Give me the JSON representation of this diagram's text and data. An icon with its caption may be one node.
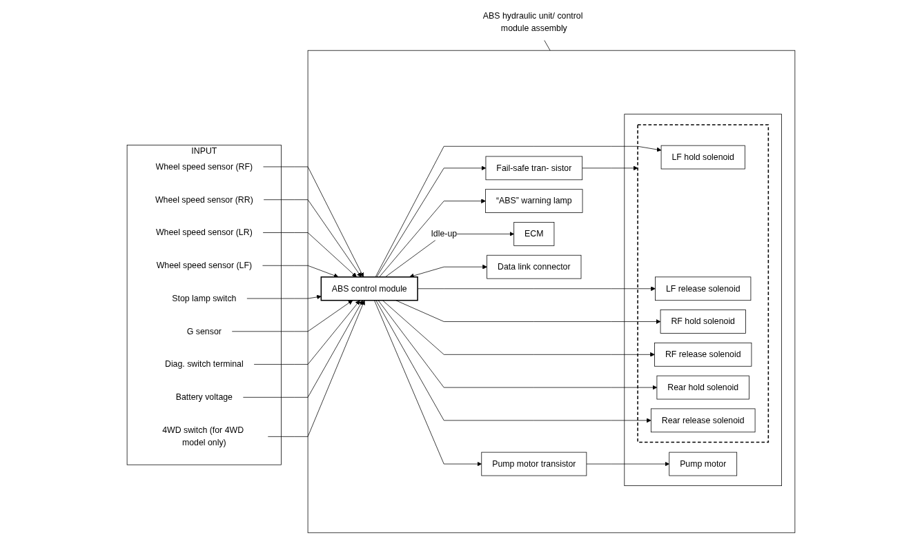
{
  "diagram": {
    "nodes": [
      {
        "text": [
          "INPUT"
        ]
      },
      {
        "text": [
          "Wheel speed sensor (RF)"
        ],
        "in": 0
      },
      {
        "text": [
          "Wheel speed sensor (RR)"
        ],
        "in": 0
      },
      {
        "text": [
          "Wheel speed sensor (LR)"
        ],
        "in": 0
      },
      {
        "text": [
          "Wheel speed sensor (LF)"
        ],
        "in": 0
      },
      {
        "text": [
          "Stop lamp switch"
        ],
        "in": 0
      },
      {
        "text": [
          "G sensor"
        ],
        "in": 0
      },
      {
        "text": [
          "Diag. switch terminal"
        ],
        "in": 0
      },
      {
        "text": [
          "Battery voltage"
        ],
        "in": 0
      },
      {
        "text": [
          "4WD switch (for 4WD model only)"
        ],
        "in": 0
      },
      {
        "text": [
          "ABS hydraulic unit/ control module assembly"
        ]
      },
      {
        "text": [],
        "shape": "box"
      },
      {
        "text": [
          "ABS control module"
        ],
        "in": 11
      },
      {
        "text": [
          "Pump motor transistor"
        ],
        "in": 11
      },
      {
        "text": [
          "Fail-safe tran- sistor"
        ],
        "in": 11
      },
      {
        "text": [],
        "shape": "box",
        "in": 11
      },
      {
        "text": [
          "Pump motor"
        ],
        "in": 15
      },
      {
        "text": [],
        "shape": "box",
        "in": 15
      },
      {
        "text": [
          "LF hold solenoid"
        ],
        "in": 17
      },
      {
        "text": [
          "LF release solenoid"
        ],
        "in": 17
      },
      {
        "text": [
          "RF hold solenoid"
        ],
        "in": 17
      },
      {
        "text": [
          "RF release solenoid"
        ],
        "in": 17
      },
      {
        "text": [
          "Rear hold solenoid"
        ],
        "in": 17
      },
      {
        "text": [
          "Rear release solenoid"
        ],
        "in": 17
      },
      {
        "text": [
          "“ABS” warning lamp"
        ],
        "in": 11
      },
      {
        "text": [
          "ECM"
        ],
        "in": 11
      },
      {
        "text": [
          "Data link connector"
        ],
        "in": 11
      }
    ],
    "edges": [
      {
        "from": 1,
        "to": 12,
        "arrow": "to"
      },
      {
        "from": 2,
        "to": 12,
        "arrow": "to"
      },
      {
        "from": 3,
        "to": 12,
        "arrow": "to"
      },
      {
        "from": 4,
        "to": 12,
        "arrow": "to"
      },
      {
        "from": 5,
        "to": 12,
        "arrow": "to"
      },
      {
        "from": 6,
        "to": 12,
        "arrow": "to"
      },
      {
        "from": 7,
        "to": 12,
        "arrow": "to"
      },
      {
        "from": 8,
        "to": 12,
        "arrow": "to"
      },
      {
        "from": 9,
        "to": 12,
        "arrow": "to"
      },
      {
        "from": 10,
        "to": 11,
        "arrow": "none"
      },
      {
        "from": 12,
        "to": 13,
        "arrow": "to"
      },
      {
        "from": 13,
        "to": 16,
        "arrow": "to"
      },
      {
        "from": 12,
        "to": 14,
        "arrow": "to"
      },
      {
        "from": 14,
        "to": 17,
        "arrow": "to"
      },
      {
        "from": 12,
        "to": 18,
        "arrow": "to"
      },
      {
        "from": 12,
        "to": 19,
        "arrow": "to"
      },
      {
        "from": 12,
        "to": 20,
        "arrow": "to"
      },
      {
        "from": 12,
        "to": 21,
        "arrow": "to"
      },
      {
        "from": 12,
        "to": 22,
        "arrow": "to"
      },
      {
        "from": 12,
        "to": 23,
        "arrow": "to"
      },
      {
        "from": 12,
        "to": 24,
        "arrow": "to"
      },
      {
        "from": 12,
        "to": 25,
        "label": "Idle-up",
        "arrow": "to"
      },
      {
        "from": 12,
        "to": 26,
        "arrow": "both"
      }
    ]
  }
}
